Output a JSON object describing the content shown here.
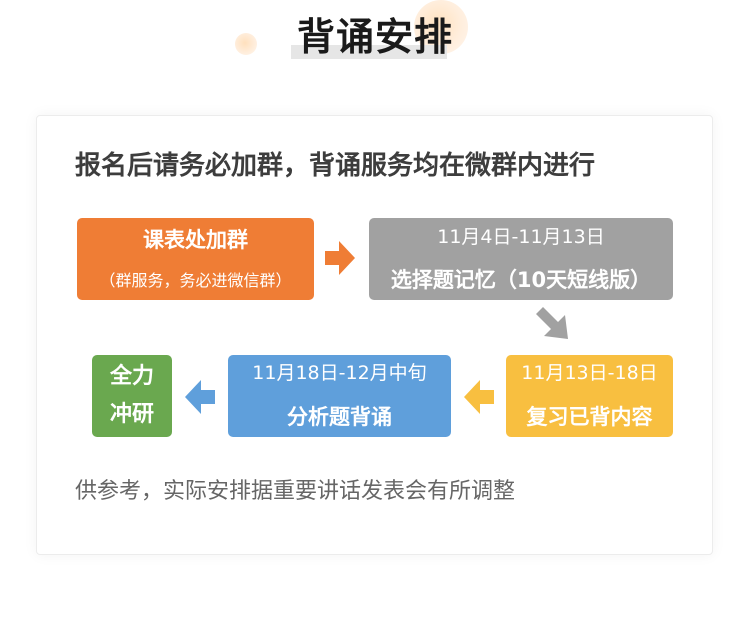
{
  "header": {
    "title": "背诵安排"
  },
  "card": {
    "headline": "报名后请务必加群，背诵服务均在微群内进行",
    "footnote": "供参考，实际安排据重要讲话发表会有所调整"
  },
  "flow": {
    "steps": [
      {
        "line1": "课表处加群",
        "line2": "（群服务，务必进微信群）",
        "color": "#ef7d35"
      },
      {
        "line1": "11月4日-11月13日",
        "line2": "选择题记忆（10天短线版）",
        "color": "#a1a1a1"
      },
      {
        "line1": "11月13日-18日",
        "line2": "复习已背内容",
        "color": "#f8bf40"
      },
      {
        "line1": "11月18日-12月中旬",
        "line2": "分析题背诵",
        "color": "#5f9fdb"
      },
      {
        "line1": "全力",
        "line2": "冲研",
        "color": "#6aa84f"
      }
    ],
    "arrows": [
      {
        "direction": "right",
        "color": "#ef7d35"
      },
      {
        "direction": "down-right",
        "color": "#a1a1a1"
      },
      {
        "direction": "left",
        "color": "#f8bf40"
      },
      {
        "direction": "left",
        "color": "#5f9fdb"
      }
    ]
  }
}
